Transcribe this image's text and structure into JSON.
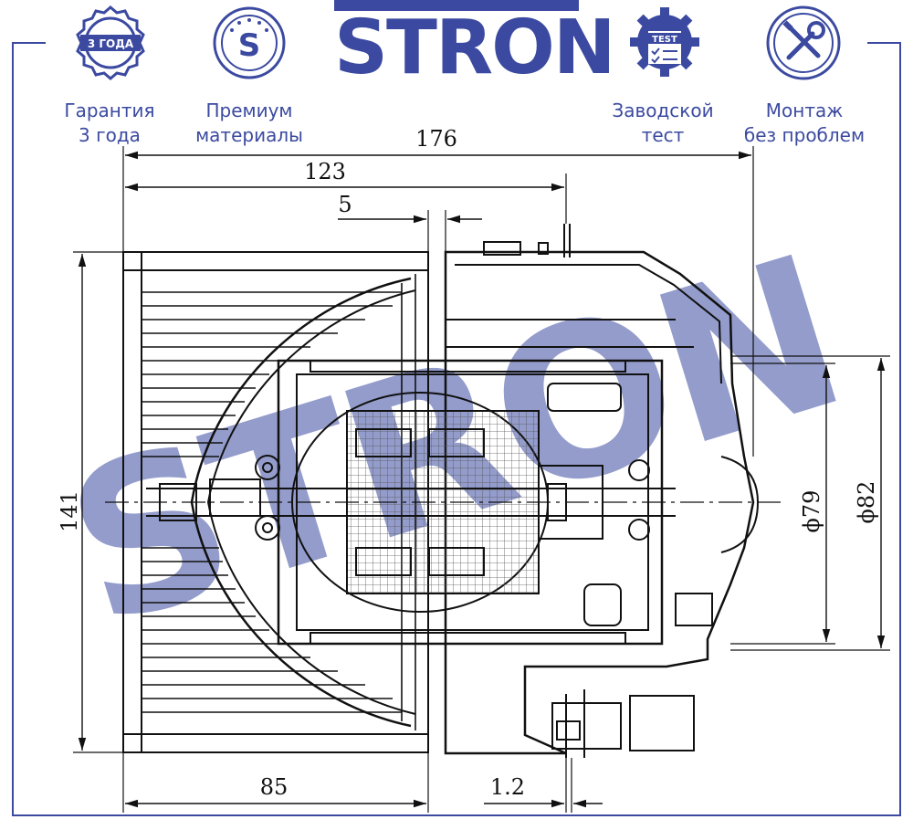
{
  "brand": {
    "logo": "STRON",
    "watermark": "STRON",
    "color": "#3b4aa0"
  },
  "badges": [
    {
      "icon": "warranty-seal-icon",
      "seal_text": "3 ГОДА",
      "line1": "Гарантия",
      "line2": "3 года"
    },
    {
      "icon": "premium-s-icon",
      "seal_text": "S",
      "line1": "Премиум",
      "line2": "материалы"
    },
    {
      "icon": "factory-test-gear-icon",
      "seal_text": "TEST",
      "line1": "Заводской",
      "line2": "тест"
    },
    {
      "icon": "wrench-screwdriver-icon",
      "line1": "Монтаж",
      "line2": "без проблем"
    }
  ],
  "dimensions": {
    "total_length": "176",
    "body_length": "123",
    "gap": "5",
    "height": "141",
    "diameter_inner": "ϕ79",
    "diameter_outer": "ϕ82",
    "fan_length": "85",
    "flange": "1.2"
  }
}
